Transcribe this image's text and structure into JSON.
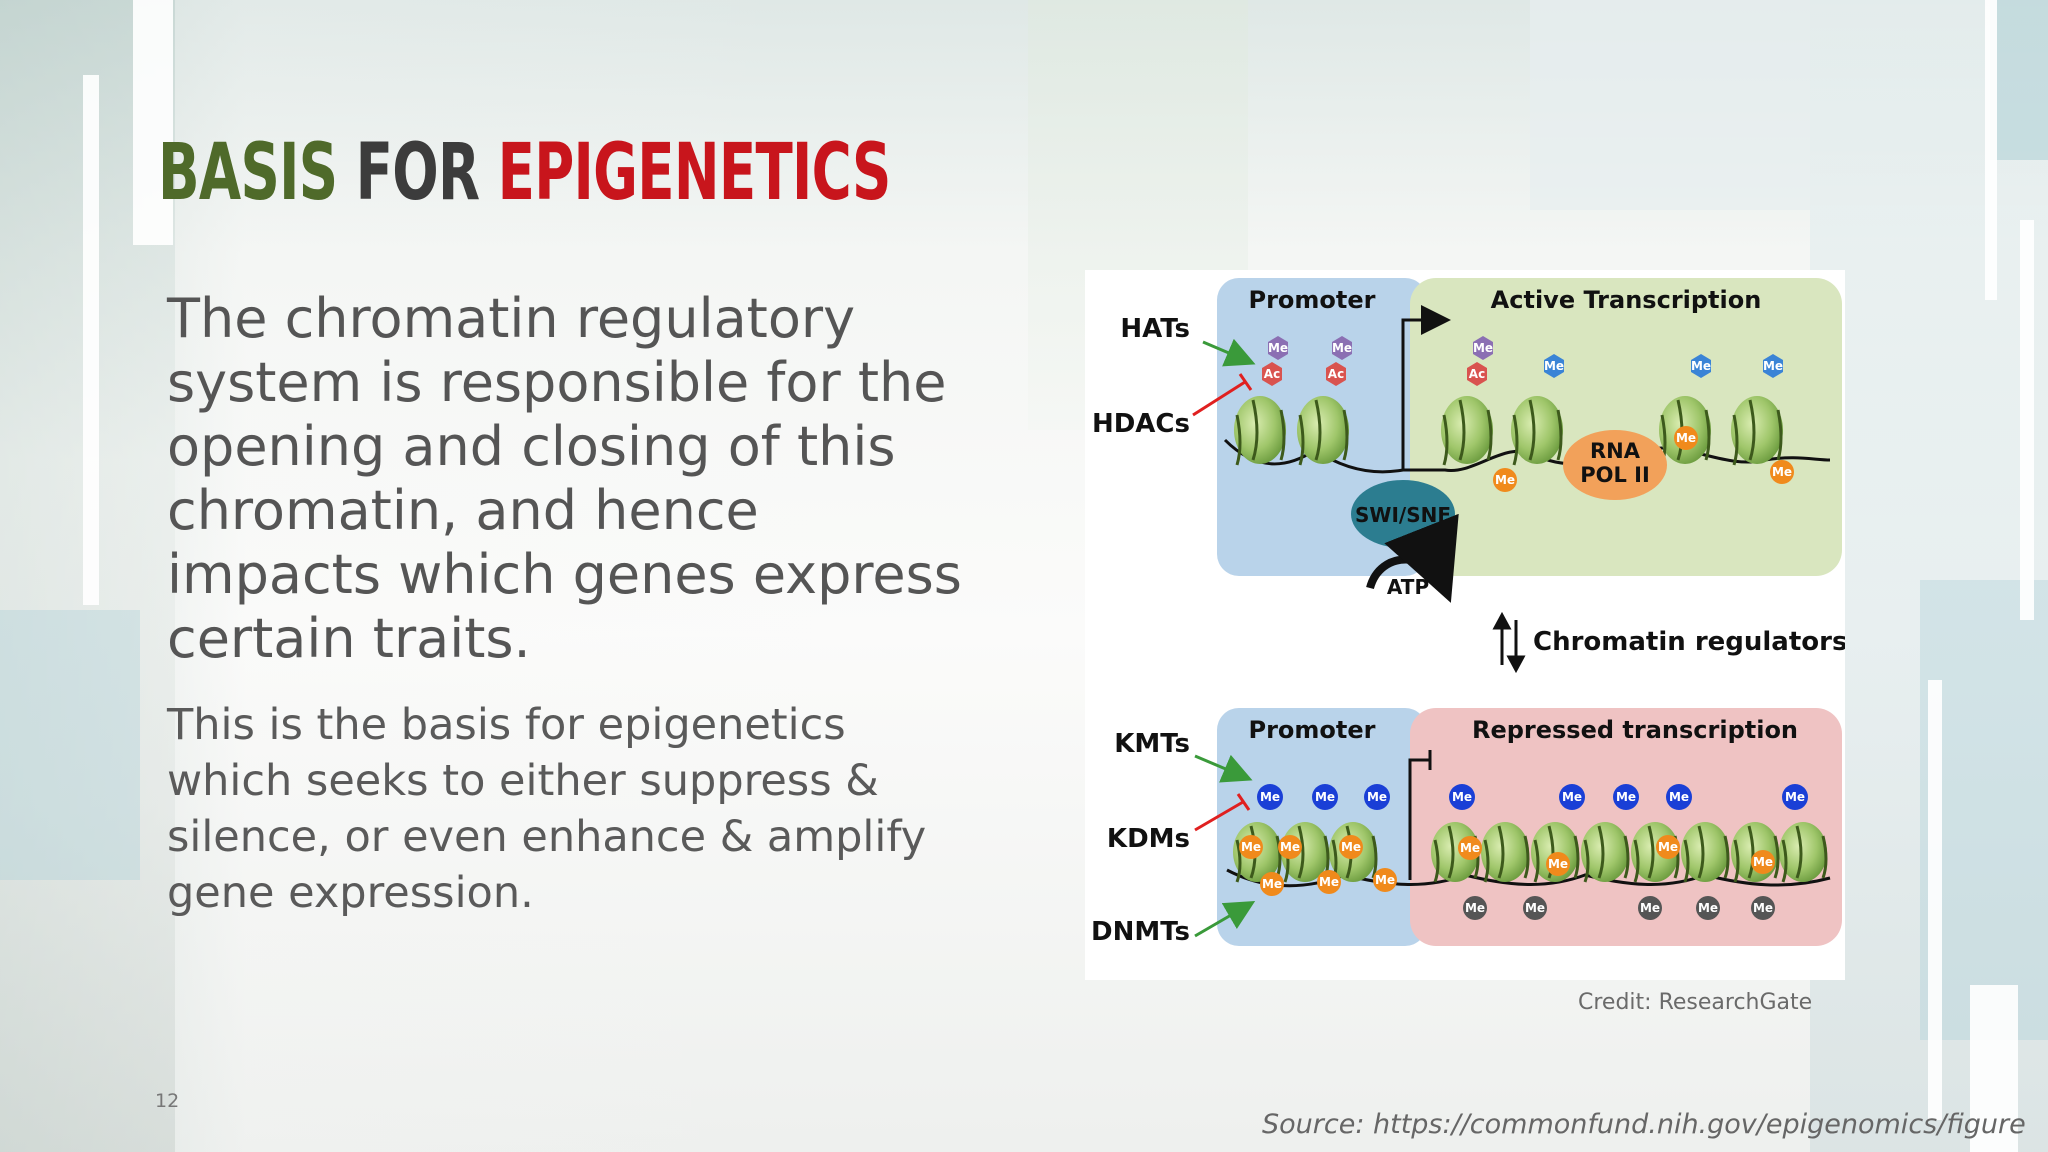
{
  "title": {
    "part1": "BASIS",
    "part2": " FOR ",
    "part3": "EPIGENETICS"
  },
  "body": {
    "paragraph1": "The chromatin regulatory system is responsible for the opening and closing of this chromatin, and hence impacts which genes express certain traits.",
    "paragraph2": "This is the basis for epigenetics which seeks to either suppress & silence, or even enhance & amplify gene expression."
  },
  "diagram": {
    "top_promoter": "Promoter",
    "active_transcription": "Active Transcription",
    "hats": "HATs",
    "hdacs": "HDACs",
    "swi_snf": "SWI/SNF",
    "atp": "ATP",
    "rna_pol_line1": "RNA",
    "rna_pol_line2": "POL II",
    "chromatin_regulators": "Chromatin regulators",
    "bottom_promoter": "Promoter",
    "repressed_transcription": "Repressed transcription",
    "kmts": "KMTs",
    "kdms": "KDMs",
    "dnmts": "DNMTs",
    "me": "Me",
    "ac": "Ac"
  },
  "credit": "Credit: ResearchGate",
  "source": "Source: https://commonfund.nih.gov/epigenomics/figure",
  "page_number": "12",
  "colors": {
    "title_green": "#4f6a2a",
    "title_dark": "#3c3c3c",
    "title_red": "#c8151c",
    "promoter_blue": "#b9d3ea",
    "active_green": "#d9e6bf",
    "repressed_pink": "#efc3c3"
  }
}
